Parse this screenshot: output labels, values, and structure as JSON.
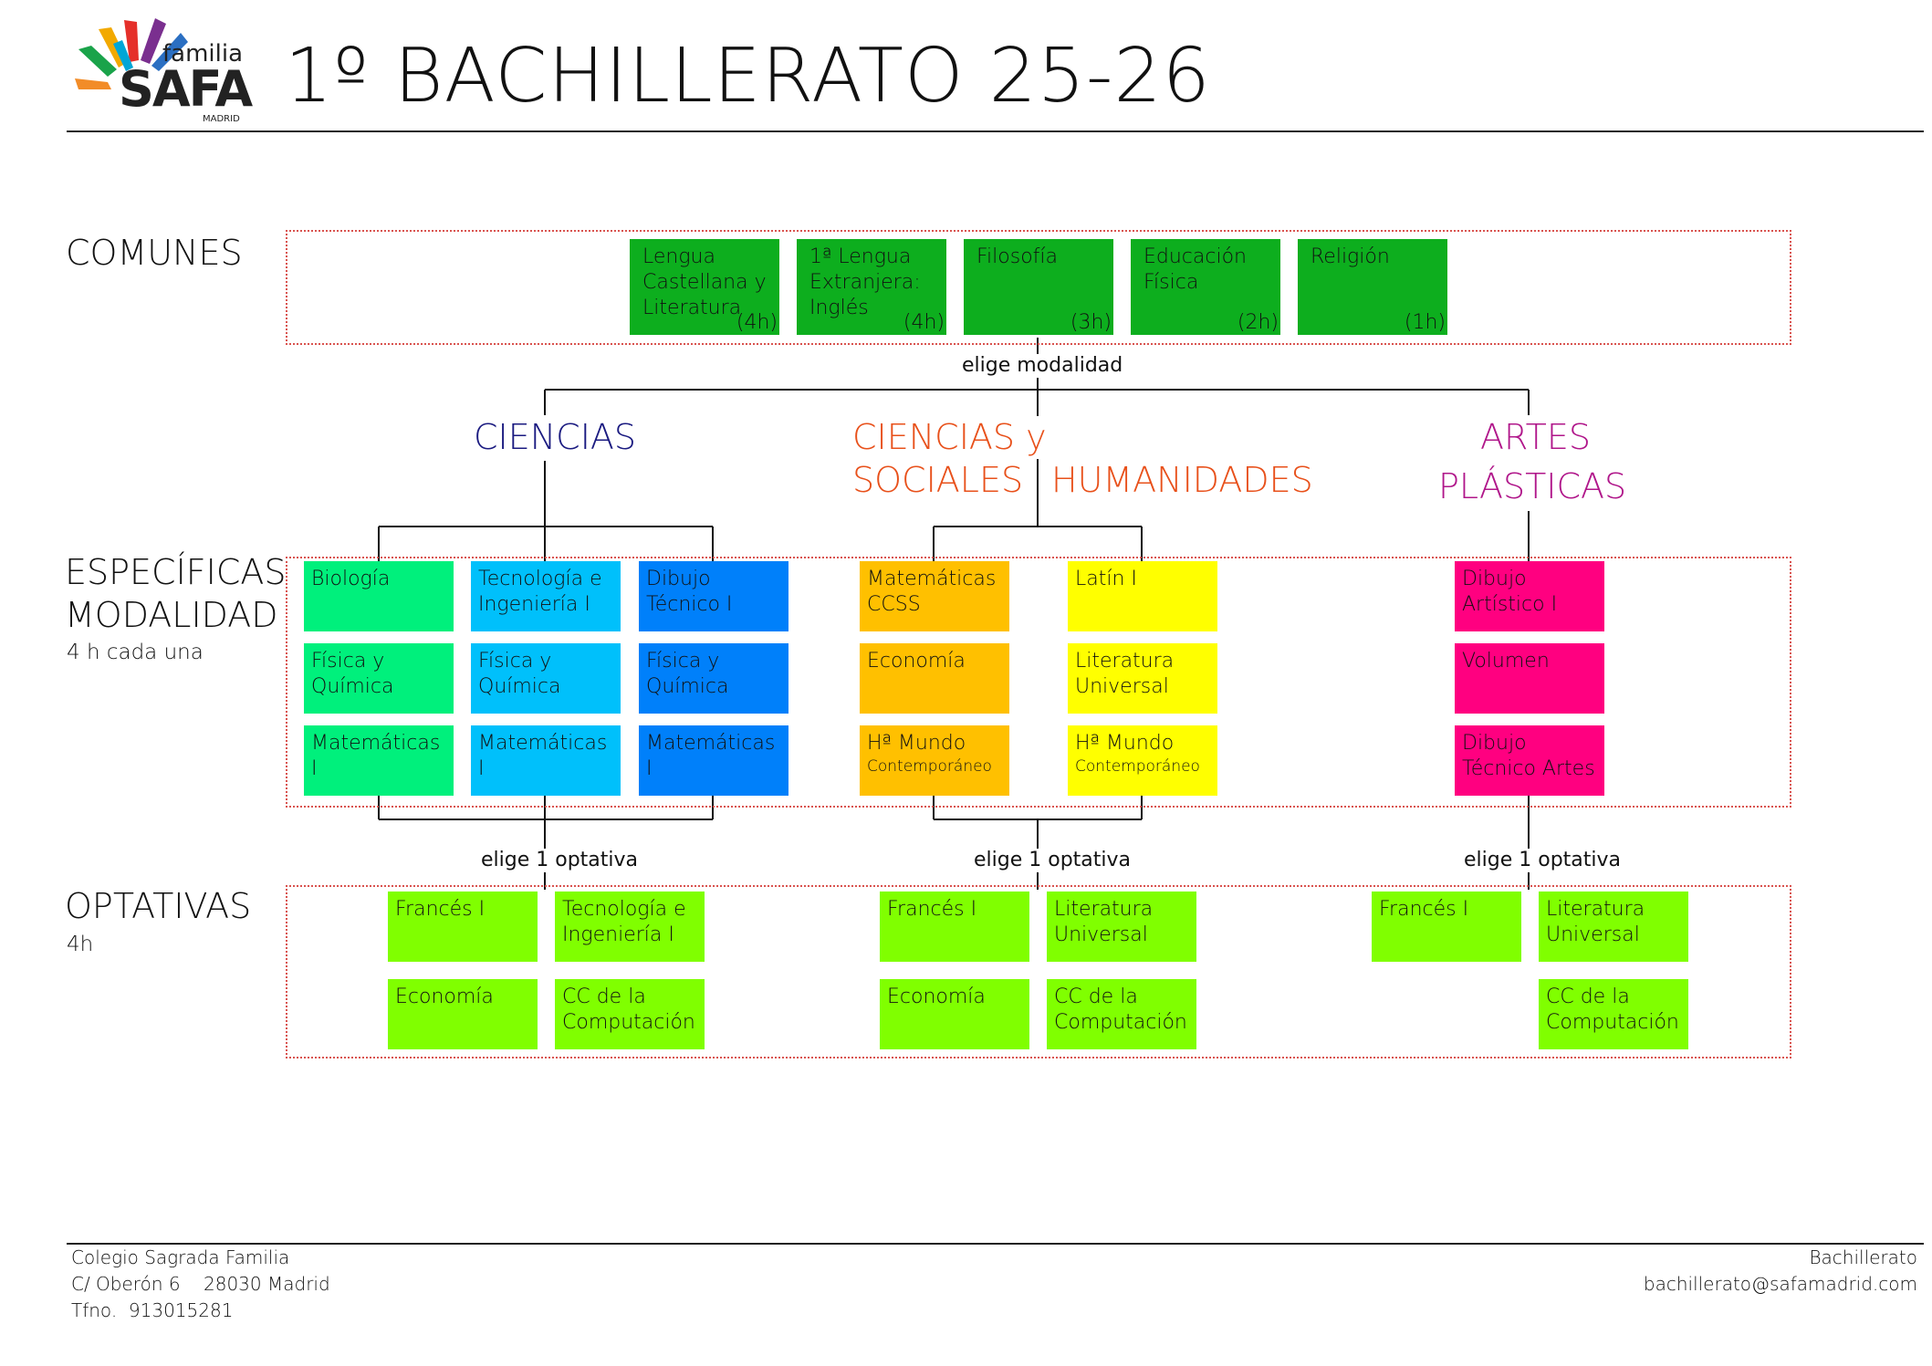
{
  "logo": {
    "small_text": "familia",
    "brand": "SAFA",
    "city": "MADRID"
  },
  "title": "1º BACHILLERATO 25-26",
  "sections": {
    "comunes": "COMUNES",
    "especificas_1": "ESPECÍFICAS",
    "especificas_2": "MODALIDAD",
    "especificas_sub": "4 h cada una",
    "optativas": "OPTATIVAS",
    "optativas_sub": "4h"
  },
  "connectors": {
    "elige_modalidad": "elige modalidad",
    "elige_optativa": "elige 1 optativa"
  },
  "modalidades": {
    "ciencias": "CIENCIAS",
    "ccss_line1": "CIENCIAS  y",
    "ccss_line2a": "SOCIALES",
    "ccss_line2b": "HUMANIDADES",
    "artes_line1": "ARTES",
    "artes_line2": "PLÁSTICAS"
  },
  "comunes": [
    {
      "label": "Lengua\nCastellana y\nLiteratura",
      "hours": "(4h)"
    },
    {
      "label": "1ª Lengua\nExtranjera:\nInglés",
      "hours": "(4h)"
    },
    {
      "label": "Filosofía",
      "hours": "(3h)"
    },
    {
      "label": "Educación\nFísica",
      "hours": "(2h)"
    },
    {
      "label": "Religión",
      "hours": "(1h)"
    }
  ],
  "especificas": {
    "ciencias_col1": [
      "Biología",
      "Física y\nQuímica",
      "Matemáticas I"
    ],
    "ciencias_col2": [
      "Tecnología e\nIngeniería I",
      "Física y\nQuímica",
      "Matemáticas I"
    ],
    "ciencias_col3": [
      "Dibujo\nTécnico I",
      "Física y\nQuímica",
      "Matemáticas I"
    ],
    "ccss_col1": [
      "Matemáticas\nCCSS",
      "Economía",
      "Hª Mundo"
    ],
    "ccss_col1_small": "Contemporáneo",
    "hum_col1": [
      "Latín I",
      "Literatura\nUniversal",
      "Hª Mundo"
    ],
    "hum_col1_small": "Contemporáneo",
    "artes_col1": [
      "Dibujo\nArtístico I",
      "Volumen",
      "Dibujo\nTécnico Artes"
    ]
  },
  "optativas": {
    "ciencias": [
      "Francés I",
      "Tecnología e\nIngeniería I",
      "Economía",
      "CC de la\nComputación"
    ],
    "ccss": [
      "Francés I",
      "Literatura\nUniversal",
      "Economía",
      "CC de la\nComputación"
    ],
    "artes": [
      "Francés I",
      "Literatura\nUniversal",
      "CC de la\nComputación"
    ]
  },
  "footer": {
    "school": "Colegio Sagrada Familia",
    "address": "C/ Oberón 6    28030 Madrid",
    "phone": "Tfno.  913015281",
    "dept": "Bachillerato",
    "email": "bachillerato@safamadrid.com"
  },
  "colors": {
    "comunes": "#0dae1e",
    "biologia": "#00f07c",
    "tecnologia": "#00c0fb",
    "dibujo": "#0080fa",
    "ccss": "#ffc000",
    "humanidades": "#ffff00",
    "artes": "#ff0080",
    "optativas": "#80ff00",
    "ciencias_text": "#1a1a80",
    "ccss_text": "#e8501a",
    "artes_text": "#b0168a",
    "dotted_border": "#d9534f"
  }
}
